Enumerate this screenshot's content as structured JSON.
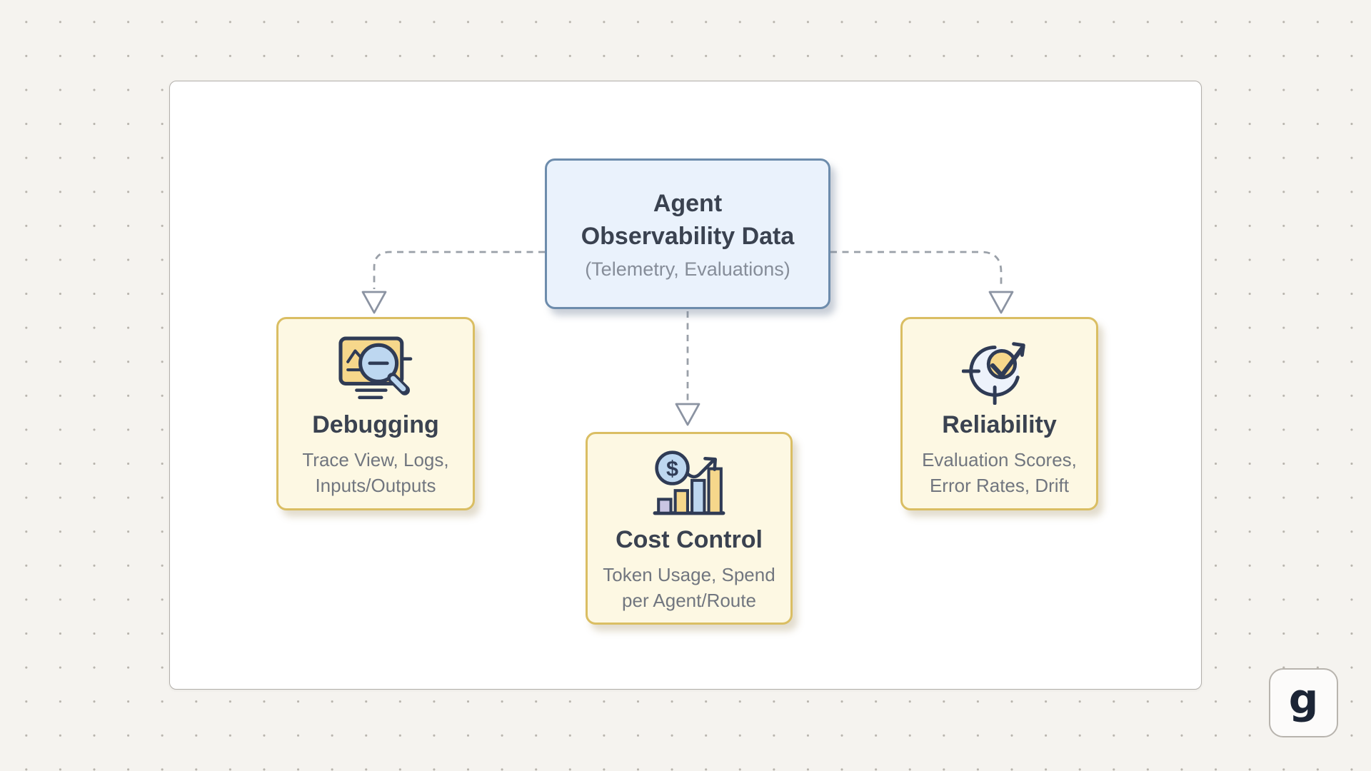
{
  "diagram": {
    "root": {
      "title_lines": [
        "Agent",
        "Observability Data"
      ],
      "subtitle": "(Telemetry, Evaluations)"
    },
    "children": [
      {
        "title": "Debugging",
        "subtitle_lines": [
          "Trace View, Logs,",
          "Inputs/Outputs"
        ],
        "icon": "chart-magnifier-icon"
      },
      {
        "title": "Cost Control",
        "subtitle_lines": [
          "Token Usage, Spend",
          "per Agent/Route"
        ],
        "icon": "dollar-bar-chart-icon",
        "icon_symbol": "$"
      },
      {
        "title": "Reliability",
        "subtitle_lines": [
          "Evaluation Scores,",
          "Error Rates, Drift"
        ],
        "icon": "target-checkmark-icon"
      }
    ]
  },
  "badge": {
    "label": "g"
  },
  "colors": {
    "background": "#f5f3ef",
    "grid_dot": "#b8b4ad",
    "canvas": "#ffffff",
    "root_fill": "#eaf2fc",
    "root_border": "#6d8cac",
    "child_fill": "#fdf8e3",
    "child_border": "#dabe63",
    "title_text": "#3a4250",
    "subtitle_text": "#71767f",
    "connector_line": "#9aa0a8",
    "arrowhead_stroke": "#8b93a2",
    "icon_navy": "#2f3b55",
    "icon_blue": "#bdd7f0",
    "icon_amber": "#f6d78b",
    "icon_lavender": "#c9c5e3"
  }
}
